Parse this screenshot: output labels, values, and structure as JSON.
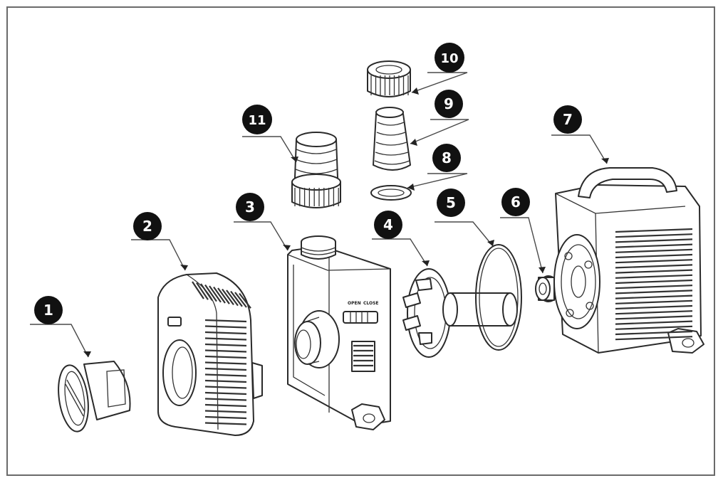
{
  "diagram": {
    "callouts": [
      {
        "id": "callout-1",
        "number": "1"
      },
      {
        "id": "callout-2",
        "number": "2"
      },
      {
        "id": "callout-3",
        "number": "3"
      },
      {
        "id": "callout-4",
        "number": "4"
      },
      {
        "id": "callout-5",
        "number": "5"
      },
      {
        "id": "callout-6",
        "number": "6"
      },
      {
        "id": "callout-7",
        "number": "7"
      },
      {
        "id": "callout-8",
        "number": "8"
      },
      {
        "id": "callout-9",
        "number": "9"
      },
      {
        "id": "callout-10",
        "number": "10"
      },
      {
        "id": "callout-11",
        "number": "11"
      }
    ],
    "valve_labels": {
      "open": "OPEN",
      "close": "CLOSE"
    },
    "colors": {
      "line": "#2a2a2a",
      "badge": "#111111",
      "frame": "#6a6a6a"
    }
  }
}
